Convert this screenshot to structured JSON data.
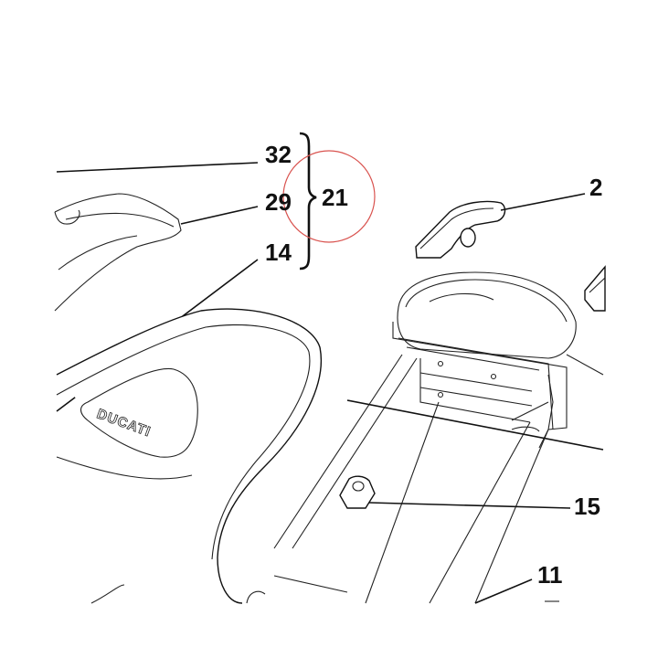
{
  "callouts": {
    "c32": "32",
    "c29": "29",
    "c14": "14",
    "c21": "21",
    "c2": "2",
    "c15": "15",
    "c11": "11"
  },
  "logo": "DUCATI",
  "colors": {
    "line": "#111111",
    "highlight_circle": "#d9534f"
  }
}
